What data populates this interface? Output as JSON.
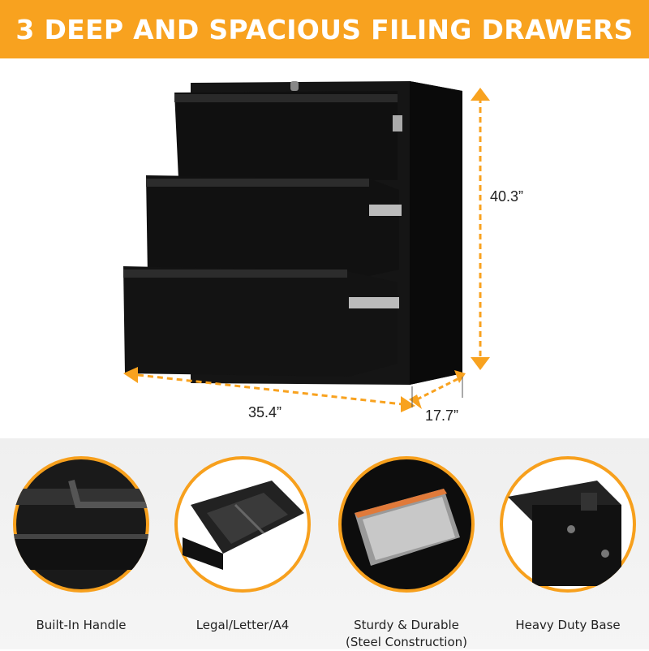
{
  "banner": {
    "title": "3 DEEP AND SPACIOUS FILING DRAWERS"
  },
  "dimensions": {
    "height": "40.3”",
    "width": "35.4”",
    "depth": "17.7”"
  },
  "features": [
    {
      "label": "Built-In Handle",
      "label2": ""
    },
    {
      "label": "Legal/Letter/A4",
      "label2": ""
    },
    {
      "label": "Sturdy & Durable",
      "label2": "(Steel Construction)"
    },
    {
      "label": "Heavy Duty Base",
      "label2": ""
    }
  ],
  "colors": {
    "accent": "#f8a21f",
    "cabinet": "#111111",
    "background": "#ffffff"
  }
}
